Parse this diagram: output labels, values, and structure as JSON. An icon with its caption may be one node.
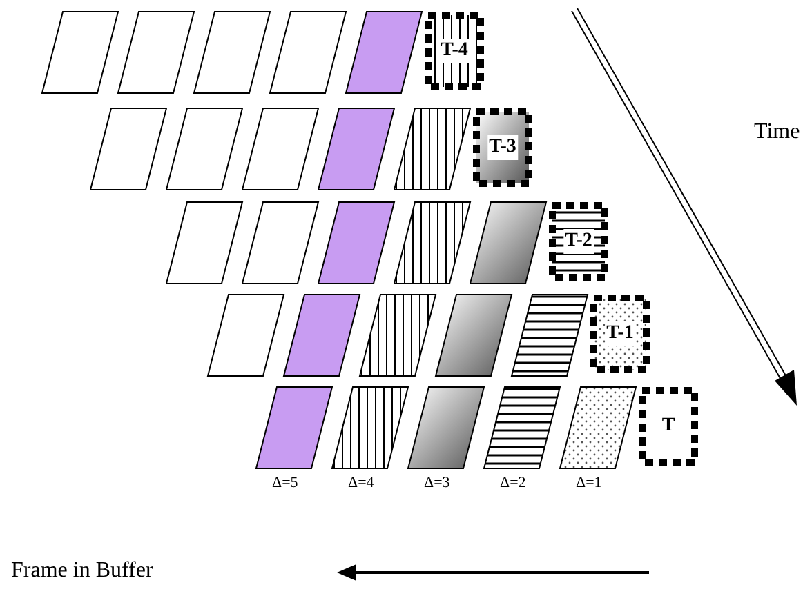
{
  "diagram": {
    "nodes": [
      {
        "text": [],
        "shape": "parallelogram"
      },
      {
        "text": [],
        "shape": "parallelogram"
      },
      {
        "text": [],
        "shape": "parallelogram"
      },
      {
        "text": [],
        "shape": "parallelogram"
      },
      {
        "text": [],
        "shape": "parallelogram"
      },
      {
        "text": [
          "T-4"
        ]
      },
      {
        "text": [],
        "shape": "parallelogram"
      },
      {
        "text": [],
        "shape": "parallelogram"
      },
      {
        "text": [],
        "shape": "parallelogram"
      },
      {
        "text": [],
        "shape": "parallelogram"
      },
      {
        "text": [],
        "shape": "parallelogram"
      },
      {
        "text": [
          "T-3"
        ]
      },
      {
        "text": [],
        "shape": "parallelogram"
      },
      {
        "text": [],
        "shape": "parallelogram"
      },
      {
        "text": [],
        "shape": "parallelogram"
      },
      {
        "text": [],
        "shape": "parallelogram"
      },
      {
        "text": [],
        "shape": "parallelogram"
      },
      {
        "text": [
          "T-2"
        ]
      },
      {
        "text": [],
        "shape": "parallelogram"
      },
      {
        "text": [],
        "shape": "parallelogram"
      },
      {
        "text": [],
        "shape": "parallelogram"
      },
      {
        "text": [],
        "shape": "parallelogram"
      },
      {
        "text": [],
        "shape": "parallelogram"
      },
      {
        "text": [
          "T-1"
        ]
      },
      {
        "text": [],
        "shape": "parallelogram",
        "beside": [
          "Δ=5"
        ]
      },
      {
        "text": [],
        "shape": "parallelogram",
        "beside": [
          "Δ=4"
        ]
      },
      {
        "text": [],
        "shape": "parallelogram",
        "beside": [
          "Δ=3"
        ]
      },
      {
        "text": [],
        "shape": "parallelogram",
        "beside": [
          "Δ=2"
        ]
      },
      {
        "text": [],
        "shape": "parallelogram",
        "beside": [
          "Δ=1"
        ]
      },
      {
        "text": [
          "T"
        ]
      }
    ],
    "edges": [],
    "labels": [
      "Time",
      "Frame in Buffer"
    ]
  }
}
